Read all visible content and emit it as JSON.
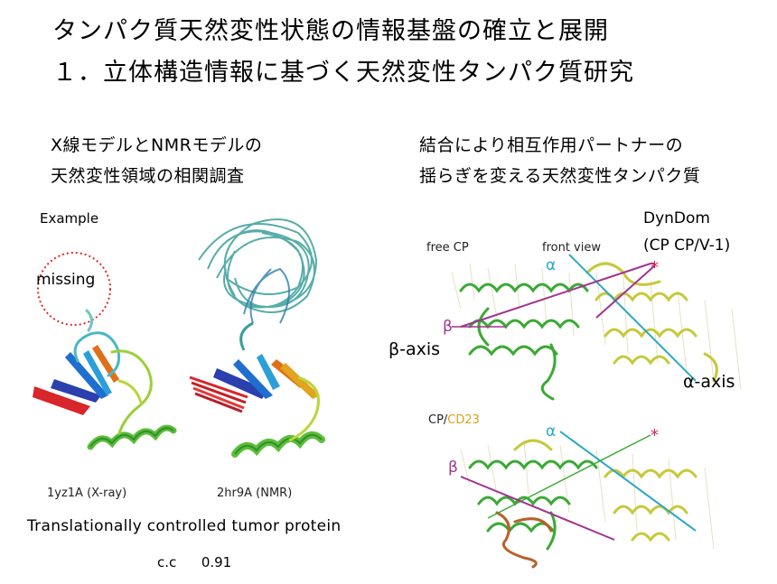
{
  "slide": {
    "title_line1": "タンパク質天然変性状態の情報基盤の確立と展開",
    "title_line2": "１．立体構造情報に基づく天然変性タンパク質研究"
  },
  "left_panel": {
    "heading_line1": "X線モデルとNMRモデルの",
    "heading_line2": "天然変性領域の相関調査",
    "example_label": "Example",
    "missing_label": "missing",
    "xray_caption": "1yz1A (X-ray)",
    "nmr_caption": "2hr9A (NMR)",
    "protein_name": "Translationally controlled tumor protein",
    "cc_label": "c.c",
    "cc_value": "0.91"
  },
  "right_panel": {
    "heading_line1": "結合により相互作用パートナーの",
    "heading_line2": "揺らぎを変える天然変性タンパク質",
    "dyndom_line1": "DynDom",
    "dyndom_line2": "(CP CP/V-1)",
    "top_label": "free CP",
    "view_label": "front view",
    "alpha_symbol": "α",
    "beta_symbol": "β",
    "star_symbol": "*",
    "beta_axis_label": "β-axis",
    "alpha_axis_label": "α-axis",
    "bottom_label_cp": "CP/",
    "bottom_label_cd": "CD23"
  },
  "colors": {
    "alpha_axis": "#2aa7c6",
    "beta_axis": "#a0338f",
    "star": "#d6205a",
    "missing_circle": "#e0282e",
    "green_backbone": "#3ba935",
    "yellow_backbone": "#c6c93a",
    "cd23_label": "#d9a21a"
  }
}
